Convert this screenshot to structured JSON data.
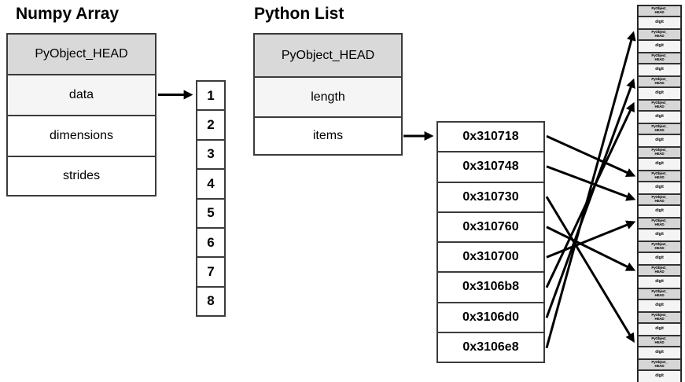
{
  "numpy_struct": {
    "title": "Numpy Array",
    "rows": [
      "PyObject_HEAD",
      "data",
      "dimensions",
      "strides"
    ]
  },
  "numpy_buffer": {
    "values": [
      "1",
      "2",
      "3",
      "4",
      "5",
      "6",
      "7",
      "8"
    ]
  },
  "python_struct": {
    "title": "Python List",
    "rows": [
      "PyObject_HEAD",
      "length",
      "items"
    ]
  },
  "pointer_list": {
    "addresses": [
      "0x310718",
      "0x310748",
      "0x310730",
      "0x310760",
      "0x310700",
      "0x3106b8",
      "0x3106d0",
      "0x3106e8"
    ]
  },
  "memory_object": {
    "header_line1": "PyObject_",
    "header_line2": "HEAD",
    "value": "digit",
    "pair_count": 16
  },
  "connections": [
    {
      "from": "0x310718",
      "to_pair": 8
    },
    {
      "from": "0x310748",
      "to_pair": 9
    },
    {
      "from": "0x310730",
      "to_pair": 15
    },
    {
      "from": "0x310760",
      "to_pair": 12
    },
    {
      "from": "0x310700",
      "to_pair": 10
    },
    {
      "from": "0x3106b8",
      "to_pair": 5
    },
    {
      "from": "0x3106d0",
      "to_pair": 4
    },
    {
      "from": "0x3106e8",
      "to_pair": 2
    }
  ],
  "colors": {
    "header_fill": "#d9d9d9",
    "subheader_fill": "#f5f5f5",
    "cell_fill": "#ffffff",
    "border": "#3b3b3b",
    "arrow": "#000000"
  }
}
